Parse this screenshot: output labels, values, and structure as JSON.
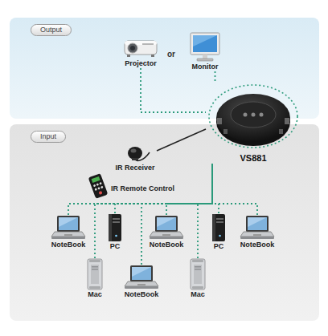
{
  "diagram": {
    "nodes": [
      {
        "text": [
          "Output"
        ]
      },
      {
        "text": [
          "Projector"
        ],
        "in": 0
      },
      {
        "text": [
          "Monitor"
        ],
        "in": 0
      },
      {
        "text": [
          "VS881"
        ]
      },
      {
        "text": [
          "Input"
        ]
      },
      {
        "text": [
          "IR Receiver"
        ],
        "in": 4
      },
      {
        "text": [
          "IR Remote Control"
        ],
        "in": 4
      },
      {
        "text": [
          "NoteBook"
        ],
        "in": 4
      },
      {
        "text": [
          "PC"
        ],
        "in": 4
      },
      {
        "text": [
          "NoteBook"
        ],
        "in": 4
      },
      {
        "text": [
          "PC"
        ],
        "in": 4
      },
      {
        "text": [
          "NoteBook"
        ],
        "in": 4
      },
      {
        "text": [
          "Mac"
        ],
        "in": 4
      },
      {
        "text": [
          "NoteBook"
        ],
        "in": 4
      },
      {
        "text": [
          "Mac"
        ],
        "in": 4
      }
    ],
    "edges": [
      {
        "from": 1,
        "to": 3,
        "arrow": "none"
      },
      {
        "from": 2,
        "to": 3,
        "arrow": "none"
      },
      {
        "from": 5,
        "to": 3,
        "arrow": "none"
      },
      {
        "from": 7,
        "to": 3,
        "arrow": "none"
      },
      {
        "from": 8,
        "to": 3,
        "arrow": "none"
      },
      {
        "from": 9,
        "to": 3,
        "arrow": "none"
      },
      {
        "from": 10,
        "to": 3,
        "arrow": "none"
      },
      {
        "from": 11,
        "to": 3,
        "arrow": "none"
      },
      {
        "from": 12,
        "to": 3,
        "arrow": "none"
      },
      {
        "from": 13,
        "to": 3,
        "arrow": "none"
      },
      {
        "from": 14,
        "to": 3,
        "arrow": "none"
      }
    ],
    "labels": [
      "or"
    ]
  }
}
